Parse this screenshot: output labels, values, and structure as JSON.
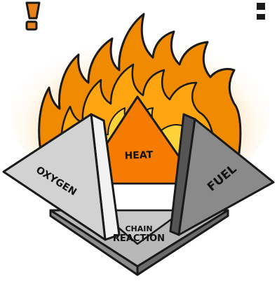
{
  "diagram": {
    "faces": {
      "oxygen": "OXYGEN",
      "heat": "HEAT",
      "fuel": "FUEL",
      "chain_line1": "CHAIN",
      "chain_line2": "REACTION"
    },
    "colors": {
      "flame_outer": "#f08a00",
      "flame_mid": "#ffa510",
      "flame_inner": "#ffd23a",
      "flame_glow": "#ffcf80",
      "heat_face": "#f57c00",
      "oxygen_face": "#d2d2d2",
      "oxygen_side": "#ececec",
      "fuel_face": "#8a8a8a",
      "fuel_side": "#555555",
      "base_top": "#b8b8b8",
      "base_side": "#7a7a7a",
      "outline": "#1a1a1a",
      "accent": "#e8821a"
    }
  }
}
